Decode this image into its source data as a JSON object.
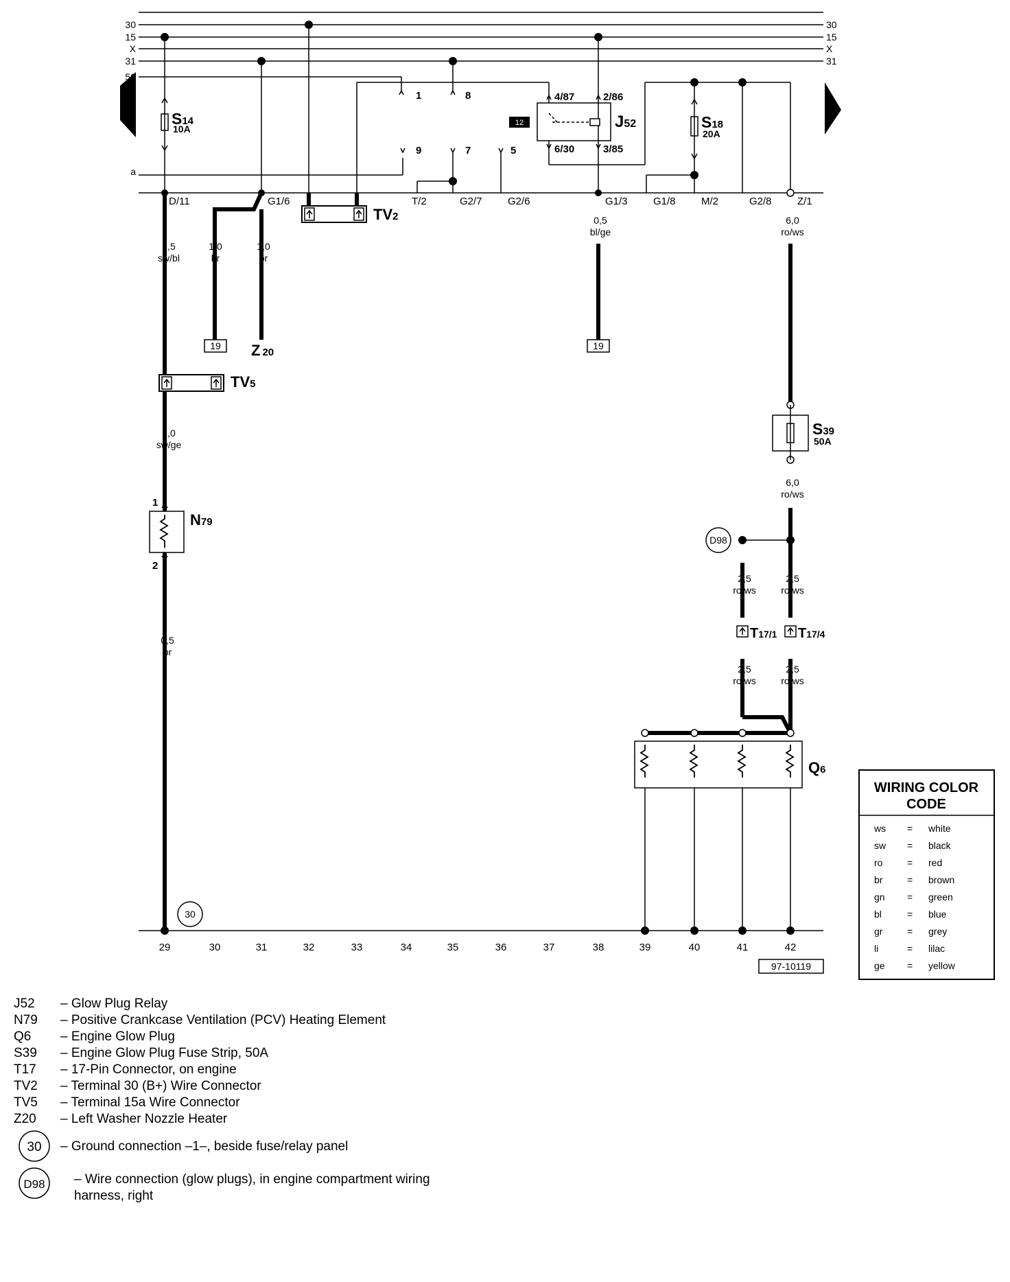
{
  "buses": [
    {
      "label": "30"
    },
    {
      "label": "15"
    },
    {
      "label": "X"
    },
    {
      "label": "31"
    },
    {
      "label": "50"
    }
  ],
  "bottom_numbers": [
    "29",
    "30",
    "31",
    "32",
    "33",
    "34",
    "35",
    "36",
    "37",
    "38",
    "39",
    "40",
    "41",
    "42"
  ],
  "terminals": [
    "D/11",
    "G1/6",
    "T/2",
    "G2/7",
    "G2/6",
    "G1/3",
    "G1/8",
    "M/2",
    "G2/8",
    "Z/1"
  ],
  "relay_pins": {
    "p1": "1",
    "p8": "8",
    "p9": "9",
    "p7": "7",
    "p5": "5"
  },
  "relay": {
    "name": "J",
    "sub": "52",
    "slot": "12",
    "pin_a": "4/87",
    "pin_b": "2/86",
    "pin_c": "6/30",
    "pin_d": "3/85"
  },
  "fuses": {
    "s14": {
      "name": "S",
      "sub": "14",
      "rating": "10A"
    },
    "s18": {
      "name": "S",
      "sub": "18",
      "rating": "20A"
    },
    "s39": {
      "name": "S",
      "sub": "39",
      "rating": "50A"
    }
  },
  "connectors": {
    "tv2": {
      "name": "TV",
      "sub": "2"
    },
    "tv5": {
      "name": "TV",
      "sub": "5"
    },
    "t17_1": {
      "name": "T",
      "sub": "17/1"
    },
    "t17_4": {
      "name": "T",
      "sub": "17/4"
    }
  },
  "components": {
    "n79": {
      "name": "N",
      "sub": "79",
      "pin1": "1",
      "pin2": "2"
    },
    "q6": {
      "name": "Q",
      "sub": "6"
    },
    "z20": {
      "name": "Z",
      "sub": "20"
    }
  },
  "refs": {
    "ref19a": "19",
    "ref19b": "19",
    "d98": "D98",
    "g30": "30",
    "doc": "97-10119",
    "bus_a": "a"
  },
  "wires": {
    "w1": {
      "size": "1,5",
      "color": "sw/bl"
    },
    "w2": {
      "size": "1,0",
      "color": "br"
    },
    "w3": {
      "size": "1,0",
      "color": "br"
    },
    "w4": {
      "size": "0,5",
      "color": "bl/ge"
    },
    "w5": {
      "size": "6,0",
      "color": "ro/ws"
    },
    "w6": {
      "size": "1,0",
      "color": "sw/ge"
    },
    "w7": {
      "size": "6,0",
      "color": "ro/ws"
    },
    "w8": {
      "size": "2,5",
      "color": "ro/ws"
    },
    "w9": {
      "size": "2,5",
      "color": "ro/ws"
    },
    "w10": {
      "size": "0,5",
      "color": "br"
    },
    "w11": {
      "size": "2,5",
      "color": "ro/ws"
    },
    "w12": {
      "size": "2,5",
      "color": "ro/ws"
    }
  },
  "color_code": {
    "title_line1": "WIRING COLOR",
    "title_line2": "CODE",
    "rows": [
      {
        "abbr": "ws",
        "eq": "=",
        "name": "white"
      },
      {
        "abbr": "sw",
        "eq": "=",
        "name": "black"
      },
      {
        "abbr": "ro",
        "eq": "=",
        "name": "red"
      },
      {
        "abbr": "br",
        "eq": "=",
        "name": "brown"
      },
      {
        "abbr": "gn",
        "eq": "=",
        "name": "green"
      },
      {
        "abbr": "bl",
        "eq": "=",
        "name": "blue"
      },
      {
        "abbr": "gr",
        "eq": "=",
        "name": "grey"
      },
      {
        "abbr": "li",
        "eq": "=",
        "name": "lilac"
      },
      {
        "abbr": "ge",
        "eq": "=",
        "name": "yellow"
      }
    ]
  },
  "legend": [
    {
      "code": "J52",
      "desc": "– Glow Plug Relay"
    },
    {
      "code": "N79",
      "desc": "– Positive Crankcase Ventilation (PCV) Heating Element"
    },
    {
      "code": "Q6",
      "desc": "– Engine Glow Plug"
    },
    {
      "code": "S39",
      "desc": "– Engine Glow Plug Fuse Strip, 50A"
    },
    {
      "code": "T17",
      "desc": "– 17-Pin Connector, on engine"
    },
    {
      "code": "TV2",
      "desc": "– Terminal 30 (B+) Wire Connector"
    },
    {
      "code": "TV5",
      "desc": "– Terminal 15a Wire Connector"
    },
    {
      "code": "Z20",
      "desc": "– Left Washer Nozzle Heater"
    }
  ],
  "legend_circles": [
    {
      "code": "30",
      "desc": "– Ground connection –1–, beside fuse/relay panel"
    },
    {
      "code": "D98",
      "desc": "– Wire connection (glow plugs), in engine compartment wiring",
      "desc2": "harness, right"
    }
  ]
}
